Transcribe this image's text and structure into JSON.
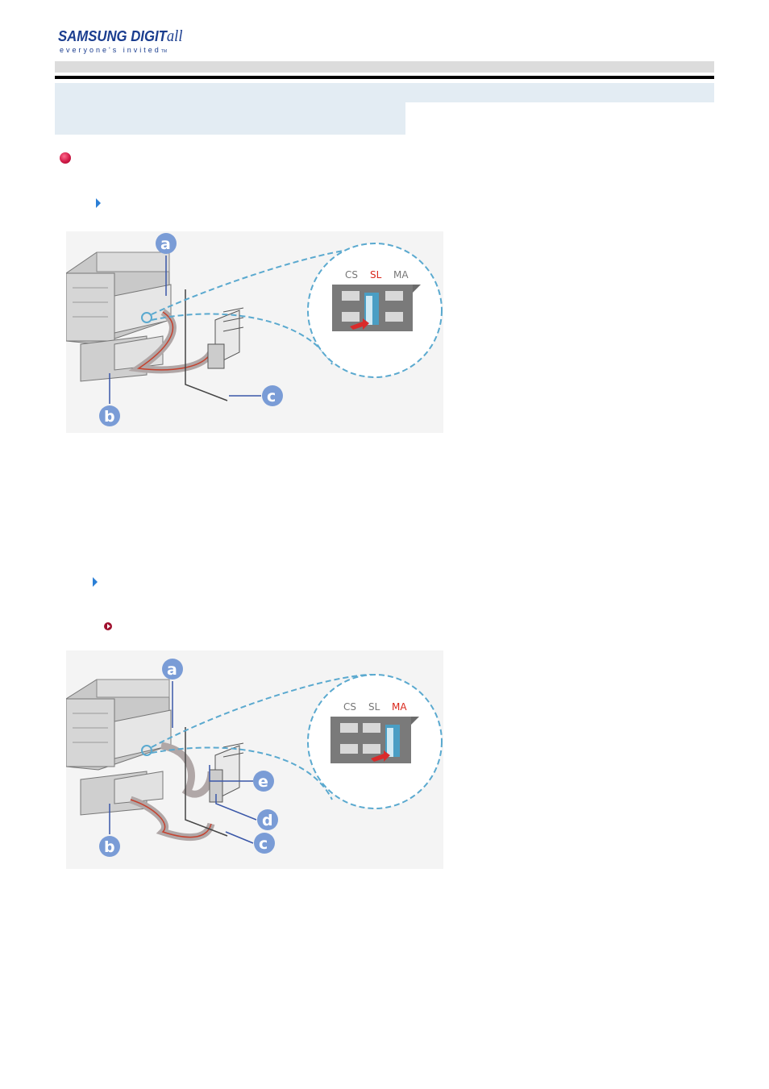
{
  "logo": {
    "brand": "SAMSUNG DIGIT",
    "brand_suffix": "all",
    "tagline": "everyone's invited",
    "tm": "TM"
  },
  "figures": [
    {
      "jumper_labels": [
        "CS",
        "SL",
        "MA"
      ],
      "active_jumper": "SL",
      "callouts": [
        "a",
        "b",
        "c"
      ]
    },
    {
      "jumper_labels": [
        "CS",
        "SL",
        "MA"
      ],
      "active_jumper": "MA",
      "callouts": [
        "a",
        "e",
        "d",
        "c",
        "b"
      ]
    }
  ],
  "colors": {
    "section_bullet": "#d11a47",
    "arrow_bullet": "#2b7fd6",
    "note_bullet": "#a0102e",
    "header_band": "#e3ecf3",
    "callout_fill": "#7a9cd6",
    "active_jumper_text": "#d9281c",
    "dashed_lens": "#5aa9cf"
  },
  "icons": [
    "section-bullet-icon",
    "arrow-bullet-icon",
    "note-bullet-icon"
  ]
}
